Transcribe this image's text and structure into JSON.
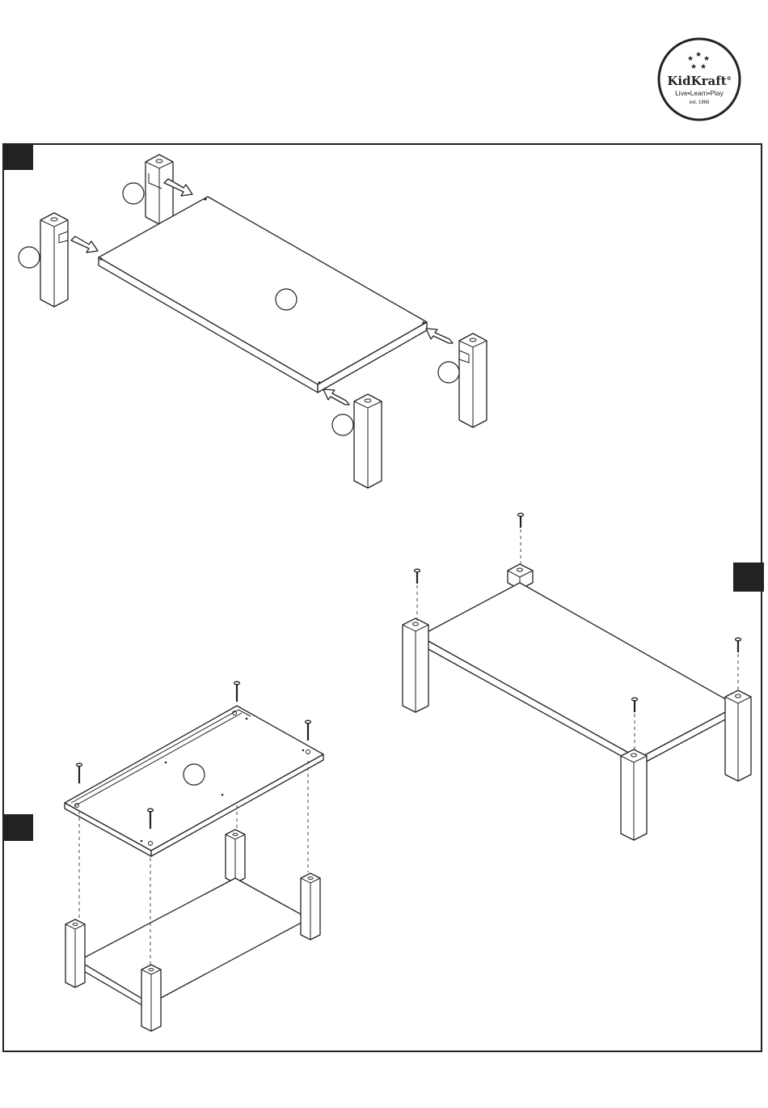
{
  "logo": {
    "brand": "KidKraft",
    "registered_mark": "®",
    "tagline": "Live•Learn•Play",
    "established": "est. 1968",
    "star_icon": "star-icon"
  },
  "step_tabs": [
    "step-tab-top",
    "step-tab-right",
    "step-tab-left"
  ],
  "callouts": [
    "part-callout",
    "part-callout",
    "part-callout",
    "part-callout",
    "part-callout",
    "part-callout",
    "part-callout"
  ],
  "icons": {
    "arrow": "insert-arrow-icon",
    "screw": "screw-icon"
  }
}
